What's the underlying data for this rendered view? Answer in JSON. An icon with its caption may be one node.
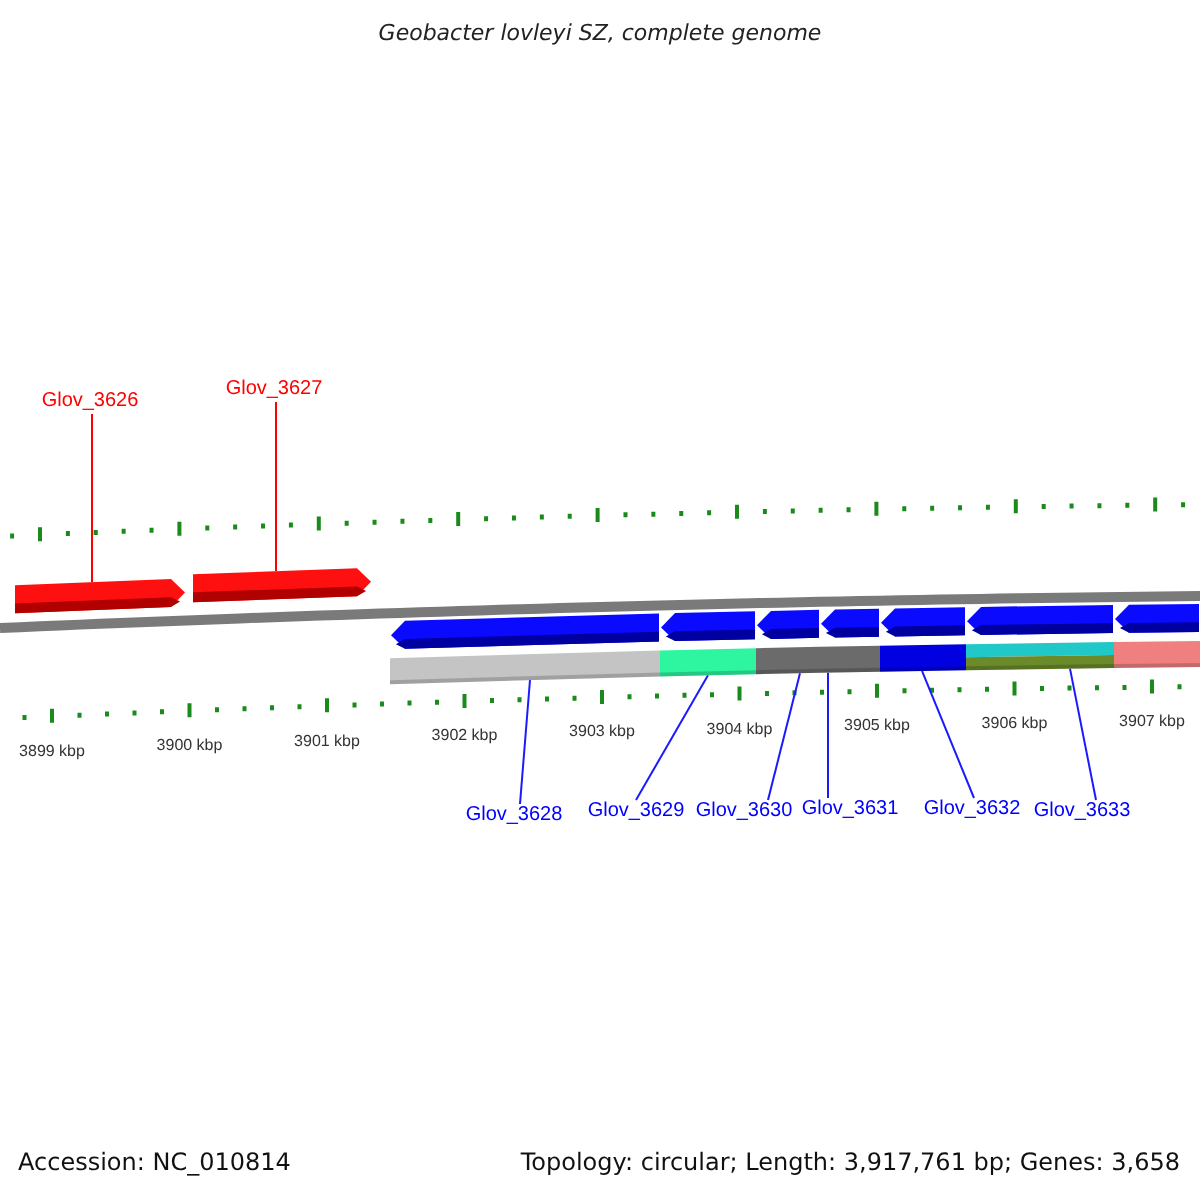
{
  "diagram": {
    "title": "Geobacter lovleyi SZ, complete genome",
    "nodes": [
      {
        "text": [
          "Glov_3626"
        ]
      },
      {
        "text": [
          "Glov_3627"
        ]
      },
      {
        "text": [],
        "shape": "arrow"
      },
      {
        "text": [],
        "shape": "arrow"
      },
      {
        "text": [],
        "shape": "arrow"
      },
      {
        "text": [],
        "shape": "arrow"
      },
      {
        "text": [],
        "shape": "arrow"
      },
      {
        "text": [],
        "shape": "arrow"
      },
      {
        "text": [],
        "shape": "arrow"
      },
      {
        "text": [],
        "shape": "arrow"
      },
      {
        "text": [],
        "shape": "arrow"
      },
      {
        "text": [],
        "shape": "bar"
      },
      {
        "text": [],
        "shape": "bar"
      },
      {
        "text": [],
        "shape": "bar"
      },
      {
        "text": [],
        "shape": "bar"
      },
      {
        "text": [],
        "shape": "bar"
      },
      {
        "text": [],
        "shape": "bar"
      },
      {
        "text": [],
        "shape": "bar"
      },
      {
        "text": [
          "Glov_3628"
        ]
      },
      {
        "text": [
          "Glov_3629"
        ]
      },
      {
        "text": [
          "Glov_3630"
        ]
      },
      {
        "text": [
          "Glov_3631"
        ]
      },
      {
        "text": [
          "Glov_3632"
        ]
      },
      {
        "text": [
          "Glov_3633"
        ]
      }
    ],
    "edges": [
      {
        "from": 0,
        "to": 2,
        "arrow": "none",
        "color": "#ff0000"
      },
      {
        "from": 1,
        "to": 3,
        "arrow": "none",
        "color": "#ff0000"
      },
      {
        "from": 18,
        "to": 11,
        "arrow": "none"
      },
      {
        "from": 19,
        "to": 12,
        "arrow": "none"
      },
      {
        "from": 20,
        "to": 13,
        "arrow": "none"
      },
      {
        "from": 21,
        "to": 14,
        "arrow": "none"
      },
      {
        "from": 22,
        "to": 15,
        "arrow": "none"
      },
      {
        "from": 23,
        "to": 16,
        "arrow": "none"
      }
    ],
    "labels": [
      "3899 kbp",
      "3900 kbp",
      "3901 kbp",
      "3902 kbp",
      "3903 kbp",
      "3904 kbp",
      "3905 kbp",
      "3906 kbp",
      "3907 kbp",
      "Accession: NC_010814",
      "Topology: circular; Length: 3,917,761 bp; Genes: 3,658"
    ]
  }
}
